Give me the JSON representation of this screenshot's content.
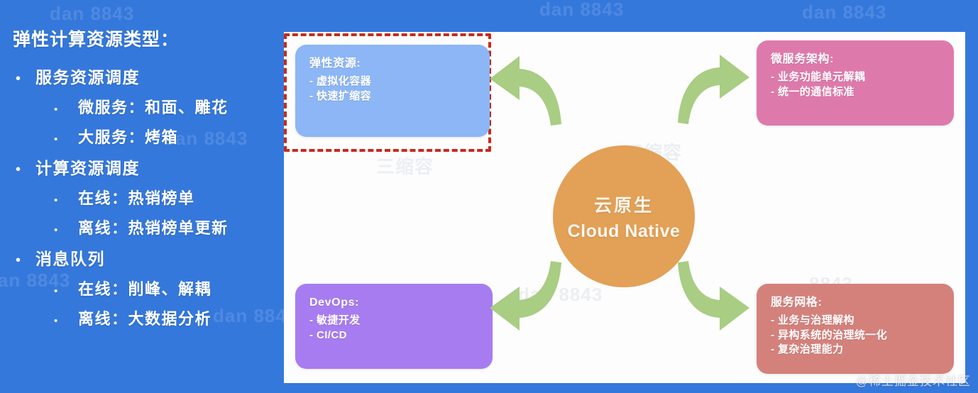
{
  "page": {
    "background_color": "#3578DC",
    "panel_color": "#fdfdfd"
  },
  "left_panel": {
    "title": "弹性计算资源类型：",
    "bullets": [
      {
        "level": 1,
        "marker": "•",
        "text": "服务资源调度"
      },
      {
        "level": 2,
        "marker": "•",
        "text": "微服务：和面、雕花"
      },
      {
        "level": 2,
        "marker": "•",
        "text": "大服务：烤箱"
      },
      {
        "level": 1,
        "marker": "•",
        "text": "计算资源调度"
      },
      {
        "level": 2,
        "marker": "•",
        "text": "在线：热销榜单"
      },
      {
        "level": 2,
        "marker": "•",
        "text": "离线：热销榜单更新"
      },
      {
        "level": 1,
        "marker": "•",
        "text": "消息队列"
      },
      {
        "level": 2,
        "marker": "•",
        "text": "在线：削峰、解耦"
      },
      {
        "level": 2,
        "marker": "•",
        "text": "离线：大数据分析"
      }
    ]
  },
  "diagram": {
    "center": {
      "label_cn": "云原生",
      "label_en": "Cloud Native",
      "color": "#E3A057"
    },
    "highlight": {
      "target": "node-top-left",
      "style": "red-dashed",
      "color": "#C62A1E"
    },
    "arrow_color": "#A8CD83",
    "nodes": [
      {
        "id": "top-left",
        "title": "弹性资源:",
        "items": [
          "- 虚拟化容器",
          "- 快速扩缩容"
        ],
        "color": "#8CB6F5"
      },
      {
        "id": "top-right",
        "title": "微服务架构:",
        "items": [
          "- 业务功能单元解耦",
          "- 统一的通信标准"
        ],
        "color": "#DE7AAB"
      },
      {
        "id": "bottom-left",
        "title": "DevOps:",
        "items": [
          "- 敏捷开发",
          "- CI/CD"
        ],
        "color": "#A77CF0"
      },
      {
        "id": "bottom-right",
        "title": "服务网格:",
        "items": [
          "- 业务与治理解构",
          "- 异构系统的治理统一化",
          "- 复杂治理能力"
        ],
        "color": "#D4817C"
      }
    ]
  },
  "watermarks": {
    "credit": "@稀土掘金技术社区",
    "tiles": [
      "dan 8843",
      "dan 8843",
      "dan 8843",
      "dan 8843",
      "dan 8843",
      "dan 8843"
    ]
  }
}
